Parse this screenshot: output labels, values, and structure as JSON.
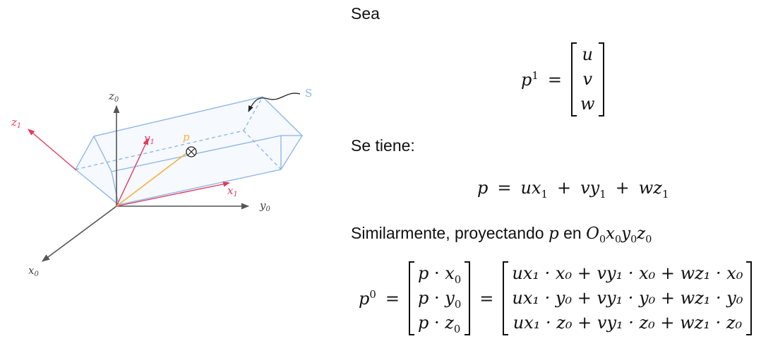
{
  "figure": {
    "labels": {
      "z0": "z",
      "z0_sub": "0",
      "y0": "y",
      "y0_sub": "0",
      "x0": "x",
      "x0_sub": "0",
      "z1": "z",
      "z1_sub": "1",
      "y1": "y",
      "y1_sub": "1",
      "x1": "x",
      "x1_sub": "1",
      "p": "p",
      "S": "S"
    },
    "colors": {
      "frame0": "#555555",
      "frame1": "#e03c5c",
      "body": "#8ab4e6",
      "vector_p": "#f5b041",
      "origin_marker": "#f39c12"
    }
  },
  "text": {
    "sea": "Sea",
    "se_tiene": "Se tiene:",
    "similarmente": "Similarmente, proyectando",
    "en": "en",
    "O0": "O",
    "O0_sub": "0",
    "frame_rest": "x",
    "frame_x_sub": "0",
    "frame_y": "y",
    "frame_y_sub": "0",
    "frame_z": "z",
    "frame_z_sub": "0"
  },
  "eq1": {
    "lhs": "p",
    "lhs_sup": "1",
    "equals": "=",
    "vector": [
      "u",
      "v",
      "w"
    ]
  },
  "eq2": {
    "p": "p",
    "equals": "=",
    "term1": "ux",
    "term1_sub": "1",
    "plus1": "+",
    "term2": "vy",
    "term2_sub": "1",
    "plus2": "+",
    "term3": "wz",
    "term3_sub": "1"
  },
  "eq3": {
    "lhs": "p",
    "lhs_sup": "0",
    "equals": "=",
    "col": [
      {
        "p": "p",
        "dot": "·",
        "v": "x",
        "sub": "0"
      },
      {
        "p": "p",
        "dot": "·",
        "v": "y",
        "sub": "0"
      },
      {
        "p": "p",
        "dot": "·",
        "v": "z",
        "sub": "0"
      }
    ],
    "rows": [
      "ux₁ · x₀ + vy₁ · x₀ + wz₁ · x₀",
      "ux₁ · y₀ + vy₁ · y₀ + wz₁ · y₀",
      "ux₁ · z₀ + vy₁ · z₀ + wz₁ · z₀"
    ]
  }
}
